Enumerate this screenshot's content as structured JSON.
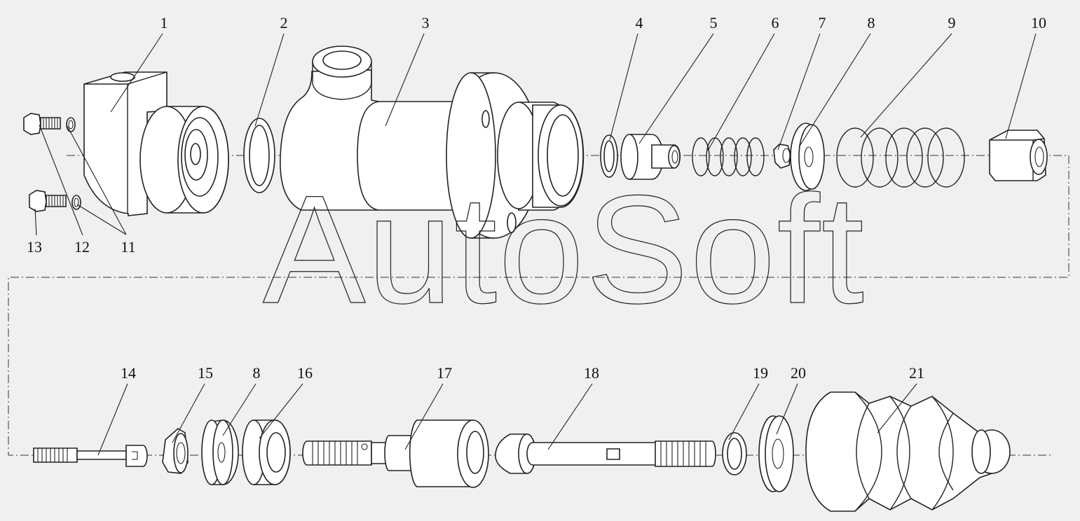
{
  "watermark": "AutoSoft",
  "labels": {
    "l1": "1",
    "l2": "2",
    "l3": "3",
    "l4": "4",
    "l5": "5",
    "l6": "6",
    "l7": "7",
    "l8a": "8",
    "l9": "9",
    "l10": "10",
    "l11": "11",
    "l12": "12",
    "l13": "13",
    "l14": "14",
    "l15": "15",
    "l8b": "8",
    "l16": "16",
    "l17": "17",
    "l18": "18",
    "l19": "19",
    "l20": "20",
    "l21": "21"
  }
}
